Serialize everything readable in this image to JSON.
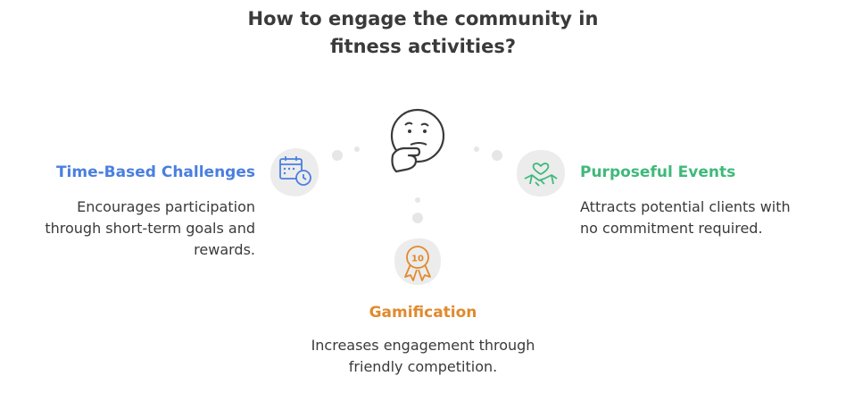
{
  "title": "How to engage the community in fitness activities?",
  "colors": {
    "left": "#4a7fe0",
    "right": "#3fb97a",
    "bottom": "#e08a2e",
    "text": "#3a3a3a",
    "blob": "#ececec"
  },
  "branches": {
    "left": {
      "heading": "Time-Based Challenges",
      "description": "Encourages participation through short-term goals and rewards.",
      "icon": "calendar-clock-icon"
    },
    "right": {
      "heading": "Purposeful Events",
      "description": "Attracts potential clients with no commitment required.",
      "icon": "handshake-heart-icon"
    },
    "bottom": {
      "heading": "Gamification",
      "description": "Increases engagement through friendly competition.",
      "icon": "award-badge-icon",
      "badge_number": "10"
    }
  },
  "center_icon": "thinking-face-icon"
}
